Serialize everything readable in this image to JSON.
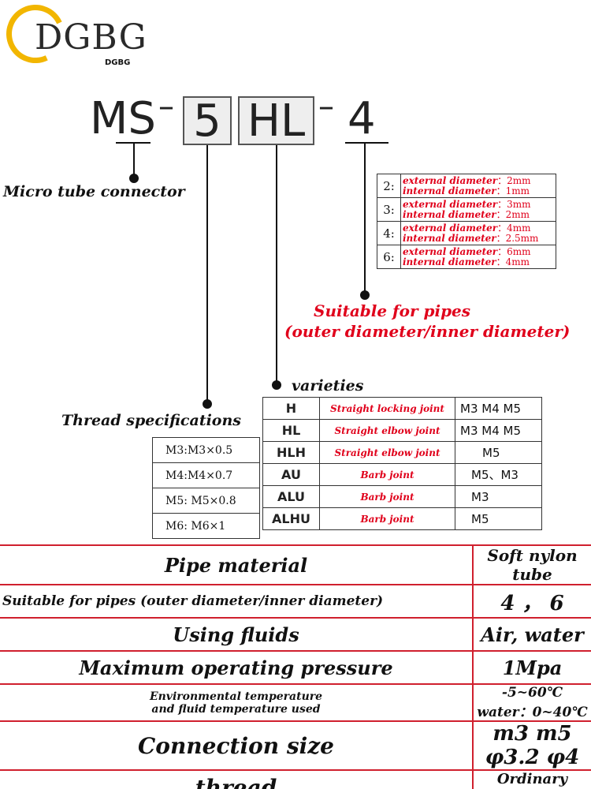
{
  "logo": {
    "main": "DGBG",
    "sub": "DGBG"
  },
  "model": {
    "prefix": "MS",
    "dash1": "–",
    "size": "5",
    "type": "HL",
    "dash2": "–",
    "pipe": "4"
  },
  "labels": {
    "micro_tube": "Micro tube connector",
    "suitable_line1": "Suitable for pipes",
    "suitable_line2": "(outer diameter/inner diameter)",
    "varieties": "varieties",
    "thread_specs": "Thread specifications"
  },
  "diameters": [
    {
      "key": "2:",
      "ext_label": "external diameter",
      "ext": "：2mm",
      "int_label": "internal diameter",
      "int": "：1mm"
    },
    {
      "key": "3:",
      "ext_label": "external diameter",
      "ext": "：3mm",
      "int_label": "internal diameter",
      "int": "：2mm"
    },
    {
      "key": "4:",
      "ext_label": "external diameter",
      "ext": "：4mm",
      "int_label": "internal diameter",
      "int": "：2.5mm"
    },
    {
      "key": "6:",
      "ext_label": "external diameter",
      "ext": "：6mm",
      "int_label": "internal diameter",
      "int": "：4mm"
    }
  ],
  "thread_specs": [
    "M3:M3×0.5",
    "M4:M4×0.7",
    "M5:  M5×0.8",
    "M6:  M6×1"
  ],
  "varieties": [
    {
      "code": "H",
      "name": "Straight locking joint",
      "thread": "M3 M4 M5"
    },
    {
      "code": "HL",
      "name": "Straight elbow joint",
      "thread": "M3 M4 M5"
    },
    {
      "code": "HLH",
      "name": "Straight elbow joint",
      "thread": "M5"
    },
    {
      "code": "AU",
      "name": "Barb joint",
      "thread": "M5、M3"
    },
    {
      "code": "ALU",
      "name": "Barb joint",
      "thread": "M3"
    },
    {
      "code": "ALHU",
      "name": "Barb joint",
      "thread": "M5"
    }
  ],
  "specs": [
    {
      "label": "Pipe material",
      "value": "Soft nylon tube"
    },
    {
      "label": "Suitable for pipes (outer diameter/inner diameter)",
      "value": "4 ，  6"
    },
    {
      "label": "Using fluids",
      "value": "Air, water"
    },
    {
      "label": "Maximum operating pressure",
      "value": "1Mpa"
    },
    {
      "label": "Environmental temperature",
      "label2": "and fluid temperature used",
      "value": "-5~60℃  water：0~40℃"
    },
    {
      "label": "Connection size",
      "value": "m3 m5 φ3.2 φ4"
    },
    {
      "label": "thread",
      "value": "Ordinary metric thread"
    }
  ],
  "colors": {
    "red": "#e0001b",
    "border_red": "#d0202e",
    "logo_gold": "#f2b600"
  }
}
